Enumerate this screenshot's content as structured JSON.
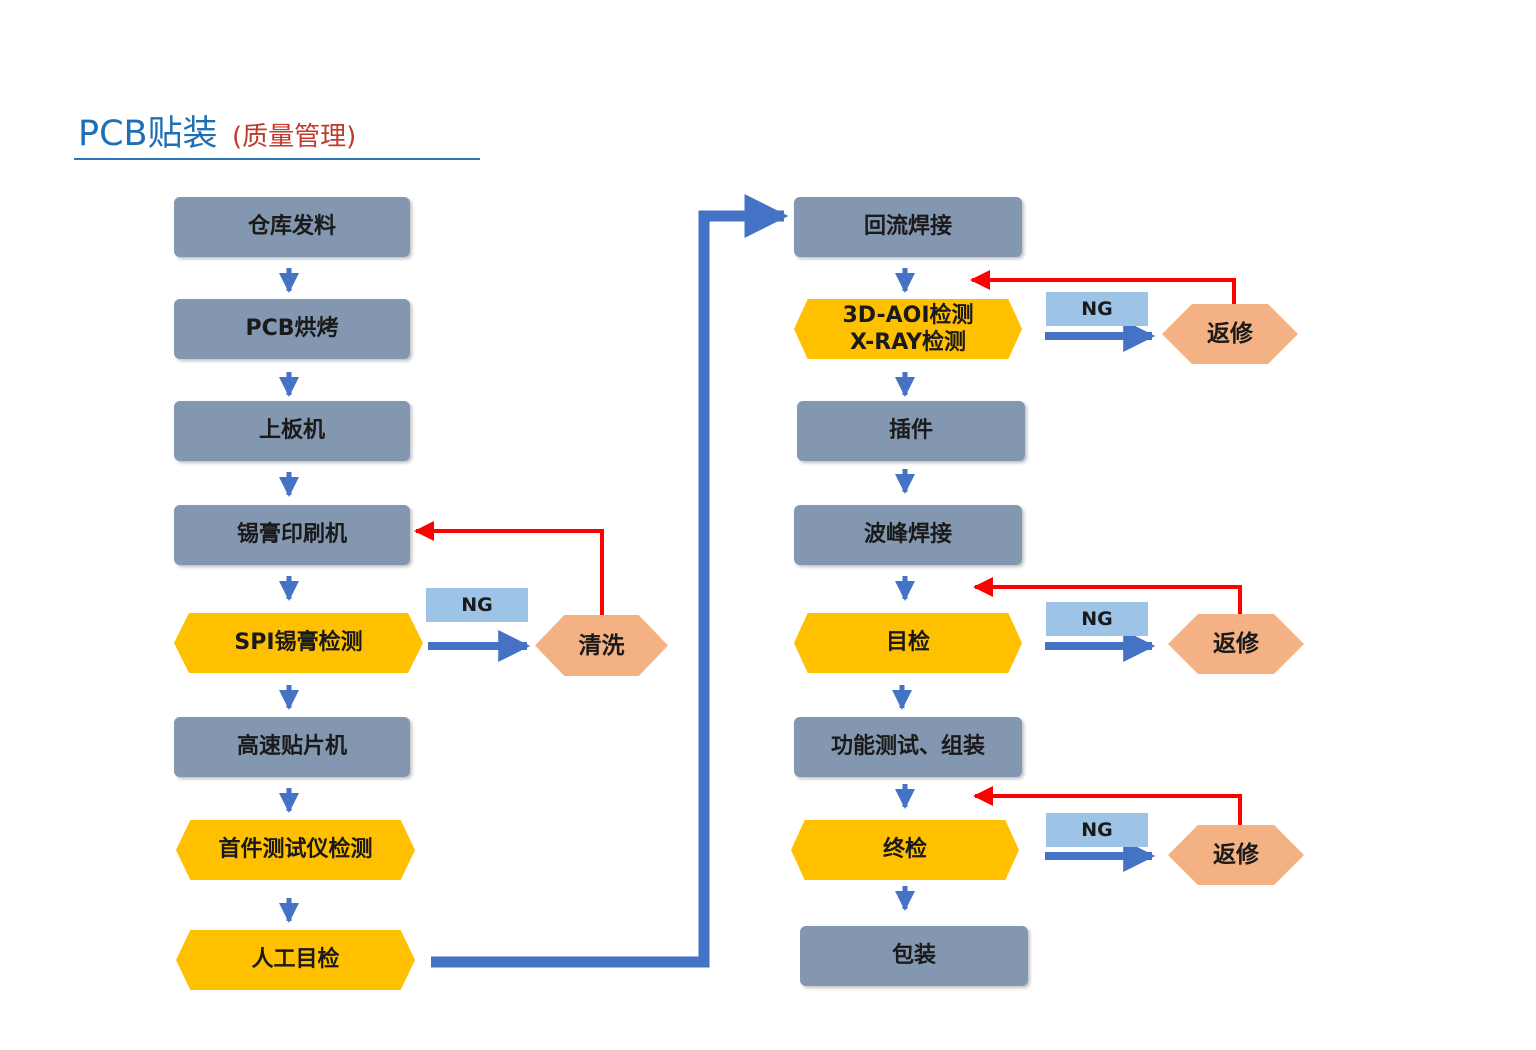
{
  "title": {
    "main": "PCB贴装",
    "sub": "(质量管理)"
  },
  "colors": {
    "process": "#8497b0",
    "check": "#ffc000",
    "repair": "#f4b183",
    "ng_label": "#9dc3e6",
    "flow_arrow": "#4472c4",
    "rework_arrow": "#ff0000",
    "title": "#1f6fb5"
  },
  "left_column": {
    "steps": [
      {
        "label": "仓库发料",
        "kind": "process"
      },
      {
        "label": "PCB烘烤",
        "kind": "process"
      },
      {
        "label": "上板机",
        "kind": "process"
      },
      {
        "label": "锡膏印刷机",
        "kind": "process"
      },
      {
        "label": "SPI锡膏检测",
        "kind": "check"
      },
      {
        "label": "高速贴片机",
        "kind": "process"
      },
      {
        "label": "首件测试仪检测",
        "kind": "check"
      },
      {
        "label": "人工目检",
        "kind": "check"
      }
    ]
  },
  "right_column": {
    "steps": [
      {
        "label": "回流焊接",
        "kind": "process"
      },
      {
        "label": "3D-AOI检测",
        "label2": "X-RAY检测",
        "kind": "check"
      },
      {
        "label": "插件",
        "kind": "process"
      },
      {
        "label": "波峰焊接",
        "kind": "process"
      },
      {
        "label": "目检",
        "kind": "check"
      },
      {
        "label": "功能测试、组装",
        "kind": "process"
      },
      {
        "label": "终检",
        "kind": "check"
      },
      {
        "label": "包装",
        "kind": "process"
      }
    ]
  },
  "rework_loops": [
    {
      "ng": "NG",
      "action": "清洗"
    },
    {
      "ng": "NG",
      "action": "返修"
    },
    {
      "ng": "NG",
      "action": "返修"
    },
    {
      "ng": "NG",
      "action": "返修"
    }
  ]
}
